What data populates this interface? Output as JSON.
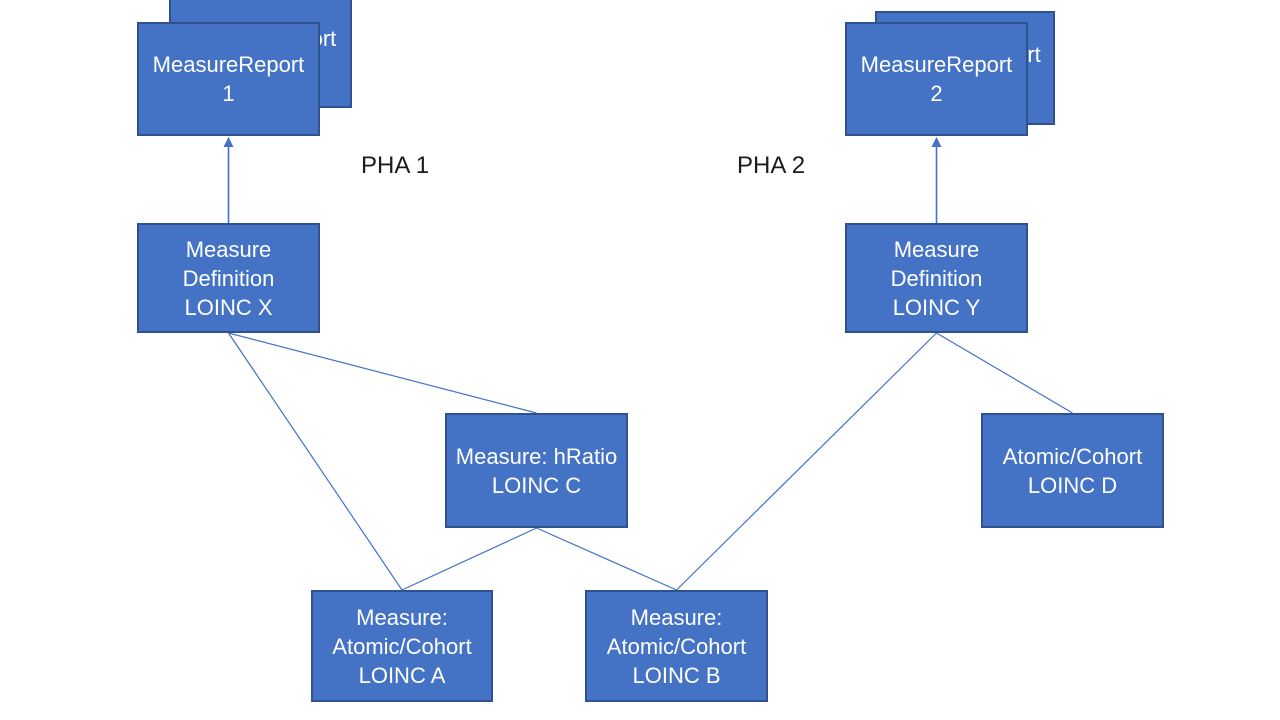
{
  "diagram": {
    "labels": {
      "pha1": "PHA 1",
      "pha2": "PHA 2"
    },
    "nodes": {
      "mr1_back": {
        "lines": [
          "MeasureReport"
        ]
      },
      "mr1": {
        "lines": [
          "MeasureReport",
          "1"
        ]
      },
      "mr2_back": {
        "lines": [
          "MeasureReport"
        ]
      },
      "mr2": {
        "lines": [
          "MeasureReport",
          "2"
        ]
      },
      "def_x": {
        "lines": [
          "Measure",
          "Definition",
          "LOINC X"
        ]
      },
      "def_y": {
        "lines": [
          "Measure",
          "Definition",
          "LOINC Y"
        ]
      },
      "hratio_c": {
        "lines": [
          "Measure: hRatio",
          "LOINC C"
        ]
      },
      "atomic_d": {
        "lines": [
          "Atomic/Cohort",
          "LOINC D"
        ]
      },
      "atomic_a": {
        "lines": [
          "Measure:",
          "Atomic/Cohort",
          "LOINC A"
        ]
      },
      "atomic_b": {
        "lines": [
          "Measure:",
          "Atomic/Cohort",
          "LOINC B"
        ]
      }
    },
    "edges": [
      {
        "from": "def_x",
        "to": "mr1",
        "arrow": true
      },
      {
        "from": "def_y",
        "to": "mr2",
        "arrow": true
      },
      {
        "from": "def_x",
        "to": "hratio_c",
        "arrow": false
      },
      {
        "from": "def_x",
        "to": "atomic_a",
        "arrow": false
      },
      {
        "from": "hratio_c",
        "to": "atomic_a",
        "arrow": false
      },
      {
        "from": "hratio_c",
        "to": "atomic_b",
        "arrow": false
      },
      {
        "from": "def_y",
        "to": "atomic_b",
        "arrow": false
      },
      {
        "from": "def_y",
        "to": "atomic_d",
        "arrow": false
      }
    ],
    "colors": {
      "box_fill": "#4472C4",
      "box_border": "#2F528F",
      "connector": "#4472C4",
      "box_text": "#FFFFFF",
      "label_text": "#1B1B1B"
    }
  }
}
